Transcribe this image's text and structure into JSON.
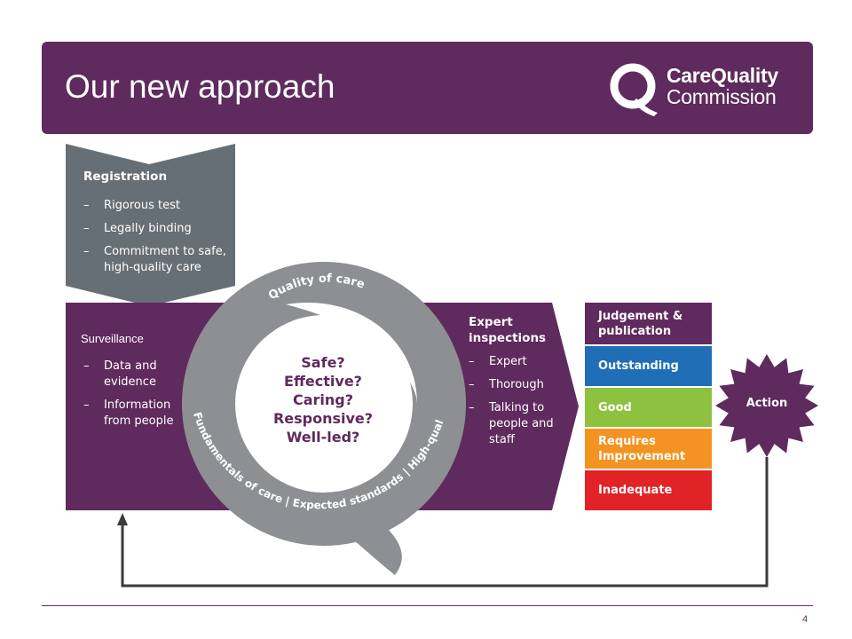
{
  "slide": {
    "title": "Our new approach",
    "page_number": "4"
  },
  "logo": {
    "line1": "CareQuality",
    "line2": "Commission"
  },
  "registration": {
    "title": "Registration",
    "items": [
      "Rigorous test",
      "Legally binding",
      "Commitment to safe,\nhigh-quality care"
    ]
  },
  "surveillance": {
    "title": "Surveillance",
    "items": [
      "Data and\nevidence",
      "Information\nfrom people"
    ]
  },
  "quality_ring": {
    "top_label": "Quality of care",
    "bottom_label": "Fundamentals of care | Expected standards | High-quality",
    "questions": [
      "Safe?",
      "Effective?",
      "Caring?",
      "Responsive?",
      "Well-led?"
    ]
  },
  "expert": {
    "title": "Expert inspections",
    "items": [
      "Expert",
      "Thorough",
      "Talking to\npeople and\nstaff"
    ]
  },
  "judgement": {
    "title": "Judgement & publication",
    "ratings": [
      "Outstanding",
      "Good",
      "Requires\nImprovement",
      "Inadequate"
    ]
  },
  "action": {
    "label": "Action"
  },
  "colors": {
    "purple": "#5f2a5d",
    "grey": "#676f76",
    "ring_grey": "#8d8f92",
    "outstanding": "#1f6eb6",
    "good": "#8dc13f",
    "requires_improvement": "#f39322",
    "inadequate": "#e12227"
  }
}
